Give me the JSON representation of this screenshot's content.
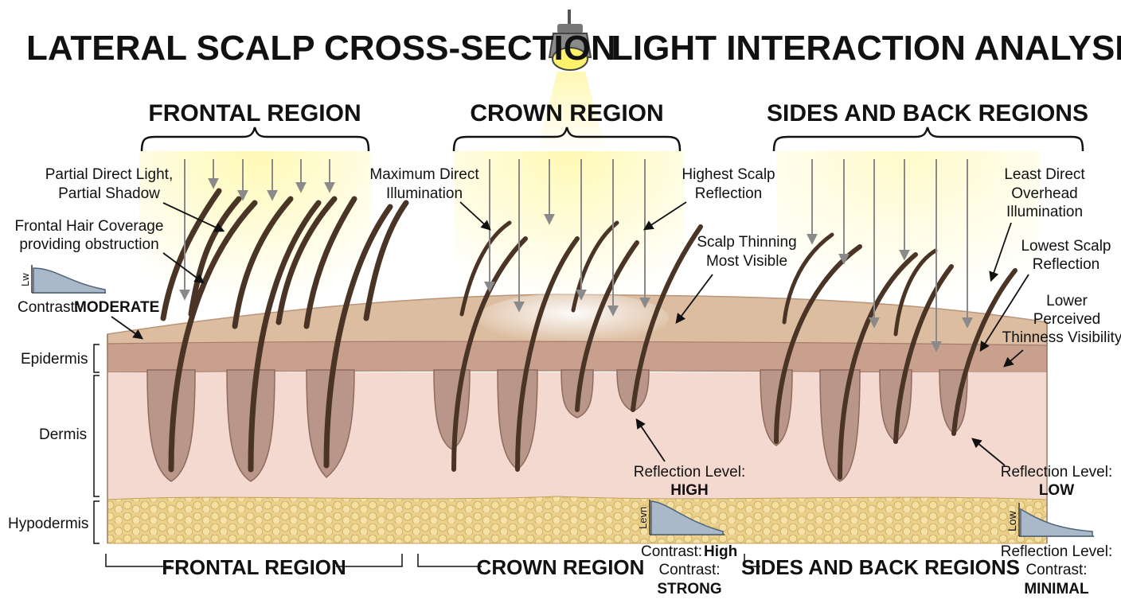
{
  "title": {
    "left": "LATERAL SCALP CROSS-SECTION",
    "right": "LIGHT INTERACTION ANALYSIS"
  },
  "regions": {
    "frontal": "FRONTAL REGION",
    "crown": "CROWN REGION",
    "sides": "SIDES AND BACK REGIONS"
  },
  "footer": {
    "frontal": "FRONTAL REGION",
    "crown": "CROWN REGION",
    "sides": "SIDES AND BACK REGIONS"
  },
  "layers": {
    "epidermis": "Epidermis",
    "dermis": "Dermis",
    "hypodermis": "Hypodermis"
  },
  "frontal": {
    "partial_light_1": "Partial Direct Light,",
    "partial_light_2": "Partial Shadow",
    "coverage_1": "Frontal Hair Coverage",
    "coverage_2": "providing obstruction",
    "mini_axis": "Lw",
    "contrast_label": "Contrast:",
    "contrast_value": "MODERATE"
  },
  "crown": {
    "max_light_1": "Maximum Direct",
    "max_light_2": "Illumination",
    "highest_refl_1": "Highest Scalp",
    "highest_refl_2": "Reflection",
    "thinning_1": "Scalp Thinning",
    "thinning_2": "Most Visible",
    "reflection_label": "Reflection Level:",
    "reflection_value": "HIGH",
    "mini_axis": "Levn",
    "contrast_label_1": "Contrast:",
    "contrast_value_1": "High",
    "contrast_label_2": "Contrast:",
    "contrast_value_2": "STRONG"
  },
  "sides": {
    "least_light_1": "Least Direct",
    "least_light_2": "Overhead",
    "least_light_3": "Illumination",
    "lowest_refl_1": "Lowest Scalp",
    "lowest_refl_2": "Reflection",
    "lower_vis_1": "Lower",
    "lower_vis_2": "Perceived",
    "lower_vis_3": "Thinness Visibility",
    "reflection_label": "Reflection Level:",
    "reflection_value": "LOW",
    "mini_axis": "Low",
    "reflection_label_2": "Reflection Level:",
    "contrast_label": "Contrast:",
    "contrast_value": "MINIMAL"
  },
  "colors": {
    "hair": "#4a3426",
    "skin_top": "#d8b898",
    "epidermis": "#c9a18e",
    "dermis": "#f3d9cf",
    "fat": "#ecd390",
    "light": "#fff5a0",
    "arrow": "#8a8a8a"
  }
}
